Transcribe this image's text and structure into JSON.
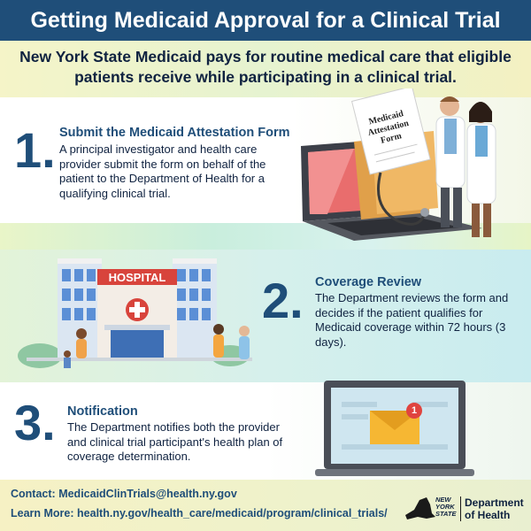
{
  "header": {
    "title": "Getting Medicaid Approval for a Clinical Trial"
  },
  "intro": {
    "text": "New York State Medicaid pays for routine medical care that eligible patients receive while participating in a clinical trial."
  },
  "steps": [
    {
      "number": "1.",
      "title": "Submit the Medicaid Attestation Form",
      "text": "A principal investigator and health care provider submit the form on behalf of the patient to the Department of Health for a qualifying clinical trial."
    },
    {
      "number": "2.",
      "title": "Coverage Review",
      "text": "The Department reviews the form and decides if the patient qualifies for Medicaid coverage within 72 hours (3 days)."
    },
    {
      "number": "3.",
      "title": "Notification",
      "text": "The Department notifies both the provider and clinical trial participant's health plan of coverage determination."
    }
  ],
  "illustrations": {
    "form_label": "Medicaid Attestation Form",
    "hospital_sign": "HOSPITAL",
    "notification_badge": "1"
  },
  "footer": {
    "contact_label": "Contact:",
    "contact_value": "MedicaidClinTrials@health.ny.gov",
    "learn_label": "Learn More:",
    "learn_value": "health.ny.gov/health_care/medicaid/program/clinical_trials/",
    "logo_state_line1": "NEW",
    "logo_state_line2": "YORK",
    "logo_state_line3": "STATE",
    "logo_department": "Department",
    "logo_of_health": "of Health"
  },
  "colors": {
    "navy": "#1f4e79",
    "accent_red": "#e0443f",
    "envelope_yellow": "#f6b733"
  }
}
